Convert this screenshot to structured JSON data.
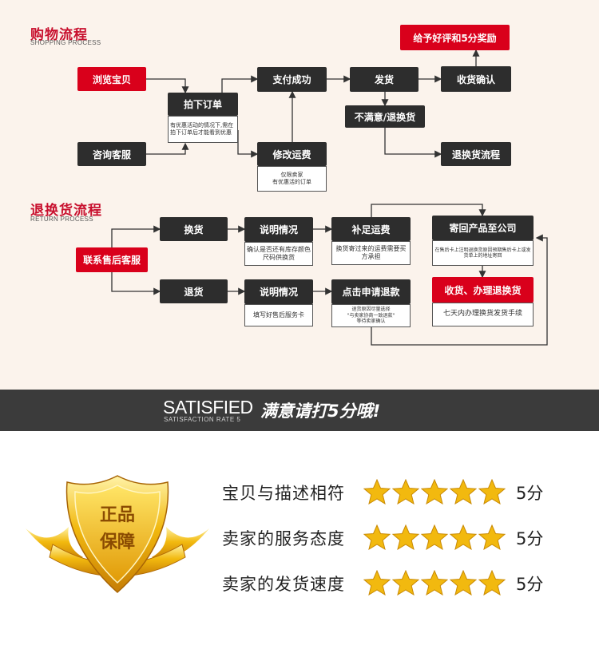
{
  "shopping": {
    "title_cn": "购物流程",
    "title_en": "SHOPPING PROCESS",
    "browse": "浏览宝贝",
    "order": "拍下订单",
    "order_note": "有优惠活动的情况下,需在拍下订单后才能看到优惠",
    "consult": "咨询客服",
    "pay": "支付成功",
    "modify_fee": "修改运费",
    "modify_note_1": "仅限卖家",
    "modify_note_2": "有优惠活的订单",
    "ship": "发货",
    "unsatisfied": "不满意/退换货",
    "confirm": "收货确认",
    "reward": "给予好评和5分奖励",
    "return_flow": "退换货流程"
  },
  "returns": {
    "title_cn": "退换货流程",
    "title_en": "RETURN PROCESS",
    "contact": "联系售后客服",
    "exchange": "换货",
    "refund": "退货",
    "explain_1": "说明情况",
    "explain_1_note": "确认是否还有库存颜色尺码供换货",
    "explain_2": "说明情况",
    "explain_2_note": "填写好售后服务卡",
    "extra_fee": "补足运费",
    "extra_fee_note": "换货寄过来的运费需要买方承担",
    "apply_refund": "点击申请退款",
    "apply_refund_note_1": "退货原因尽量选择",
    "apply_refund_note_2": "\"与卖家协商一致退款\"",
    "apply_refund_note_3": "等待卖家确认",
    "send_back": "寄回产品至公司",
    "send_back_note": "在售后卡上注明退换货原因预期售后卡上或发货单上的地址寄回",
    "receive": "收货、办理退换货",
    "receive_note": "七天内办理换货发货手续"
  },
  "band": {
    "en_big": "SATISFIED",
    "en_small": "SATISFACTION RATE 5",
    "cn": "满意请打5分哦!"
  },
  "badge": {
    "line1": "正品",
    "line2": "保障"
  },
  "ratings": [
    {
      "label": "宝贝与描述相符",
      "stars": 5,
      "score": "5分"
    },
    {
      "label": "卖家的服务态度",
      "stars": 5,
      "score": "5分"
    },
    {
      "label": "卖家的发货速度",
      "stars": 5,
      "score": "5分"
    }
  ],
  "colors": {
    "accent_red": "#d9001b",
    "box_dark": "#2d2d2d",
    "background": "#fbf3ec",
    "band": "#3b3b3b",
    "gold": "#f2b90f"
  }
}
